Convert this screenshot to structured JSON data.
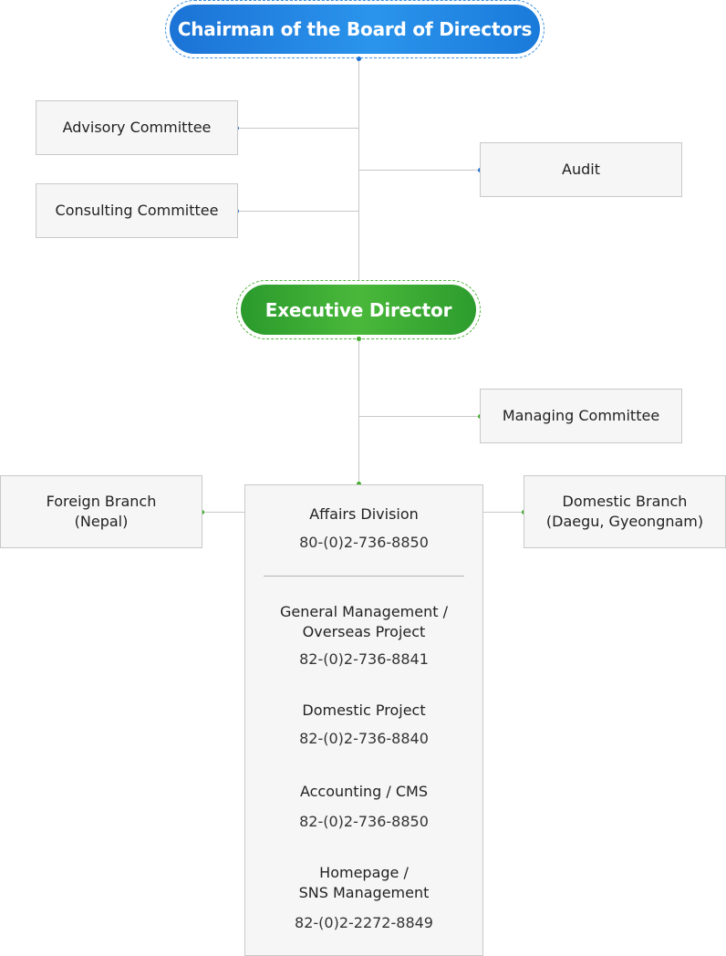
{
  "chairman": {
    "label": "Chairman of the Board of Directors"
  },
  "executive": {
    "label": "Executive Director"
  },
  "advisory": {
    "label": "Advisory Committee"
  },
  "consulting": {
    "label": "Consulting Committee"
  },
  "audit": {
    "label": "Audit"
  },
  "managing": {
    "label": "Managing Committee"
  },
  "foreign_branch": {
    "line1": "Foreign Branch",
    "line2": "(Nepal)"
  },
  "domestic_branch": {
    "line1": "Domestic Branch",
    "line2": "(Daegu, Gyeongnam)"
  },
  "affairs": {
    "title": "Affairs Division",
    "phone": "80-(0)2-736-8850",
    "sections": [
      {
        "line1": "General Management /",
        "line2": "Overseas Project",
        "phone": "82-(0)2-736-8841"
      },
      {
        "line1": "Domestic Project",
        "line2": "",
        "phone": "82-(0)2-736-8840"
      },
      {
        "line1": "Accounting / CMS",
        "line2": "",
        "phone": "82-(0)2-736-8850"
      },
      {
        "line1": "Homepage /",
        "line2": "SNS Management",
        "phone": "82-(0)2-2272-8849"
      }
    ]
  },
  "colors": {
    "blue": "#1b73d6",
    "green": "#3fae2a",
    "box_bg": "#f6f6f6",
    "line": "#c8c8c8"
  }
}
